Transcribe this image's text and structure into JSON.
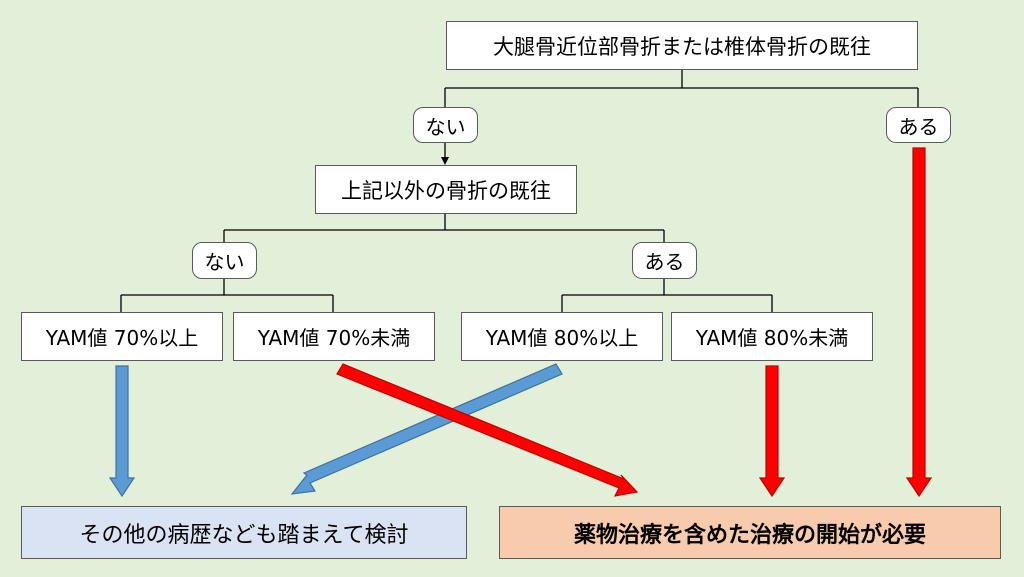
{
  "colors": {
    "background": "#e2efd9",
    "connector": "#000000",
    "blue_arrow": "#5b9bd5",
    "red_arrow": "#ff0000",
    "outcome_left_fill": "#dae3f3",
    "outcome_right_fill": "#f8cbad"
  },
  "nodes": {
    "root": "大腿骨近位部骨折または椎体骨折の既往",
    "root_no": "ない",
    "root_yes": "ある",
    "other_fracture": "上記以外の骨折の既往",
    "other_no": "ない",
    "other_yes": "ある",
    "yam_70_above": "YAM値 70%以上",
    "yam_70_below": "YAM値 70%未満",
    "yam_80_above": "YAM値 80%以上",
    "yam_80_below": "YAM値 80%未満"
  },
  "outcomes": {
    "consider": "その他の病歴なども踏まえて検討",
    "treat": "薬物治療を含めた治療の開始が必要"
  }
}
